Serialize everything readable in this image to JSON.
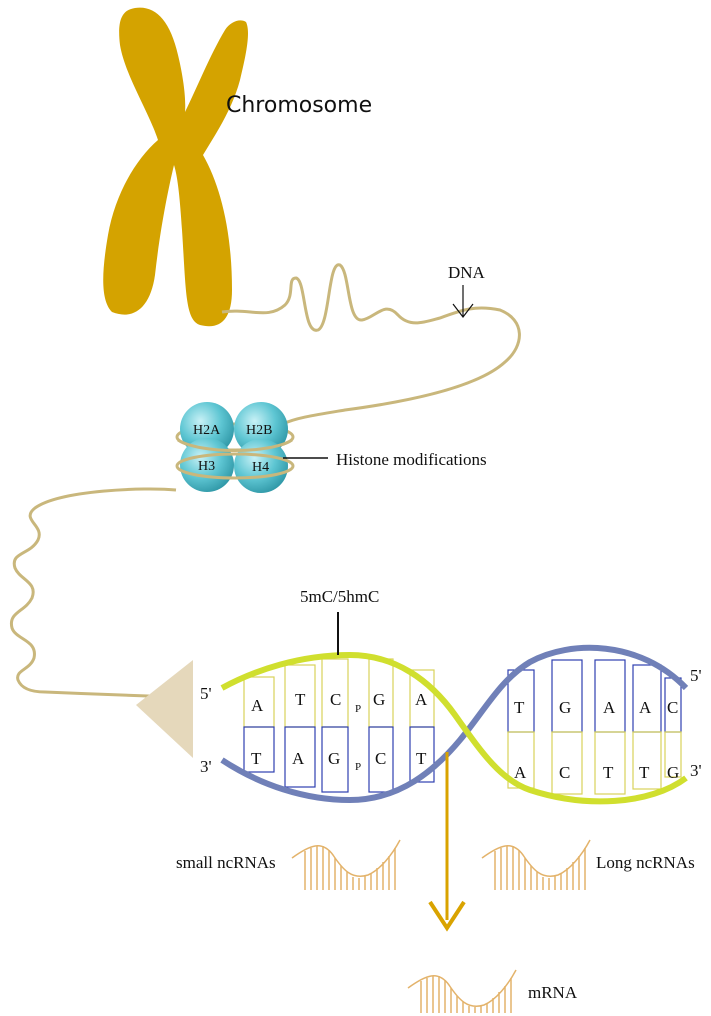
{
  "labels": {
    "chromosome": "Chromosome",
    "dna": "DNA",
    "histone_mods": "Histone modifications",
    "methylation": "5mC/5hmC",
    "small_ncrnas": "small ncRNAs",
    "long_ncrnas": "Long ncRNAs",
    "mrna": "mRNA"
  },
  "histones": {
    "h2a": "H2A",
    "h2b": "H2B",
    "h3": "H3",
    "h4": "H4"
  },
  "strand_ends": {
    "top_left": "5'",
    "bottom_left": "3'",
    "top_right": "5'",
    "bottom_right": "3'"
  },
  "cpg": {
    "p_top": "P",
    "p_bottom": "P"
  },
  "bases": {
    "left_top": [
      "A",
      "T",
      "C",
      "G",
      "A"
    ],
    "left_bottom": [
      "T",
      "A",
      "G",
      "C",
      "T"
    ],
    "right_top": [
      "T",
      "G",
      "A",
      "A",
      "C"
    ],
    "right_bottom": [
      "A",
      "C",
      "T",
      "T",
      "G"
    ]
  },
  "colors": {
    "chromosome": "#d4a300",
    "dna_fiber": "#c9b77c",
    "histone": "#5ec6d3",
    "strand_yellow": "#d0df2e",
    "strand_blue": "#7080b8",
    "rung_yellow": "#d8d35a",
    "rung_blue": "#2f3fb0",
    "rna": "#e3b36b",
    "arrow": "#d9a300",
    "triangle": "#e5d8bb"
  }
}
